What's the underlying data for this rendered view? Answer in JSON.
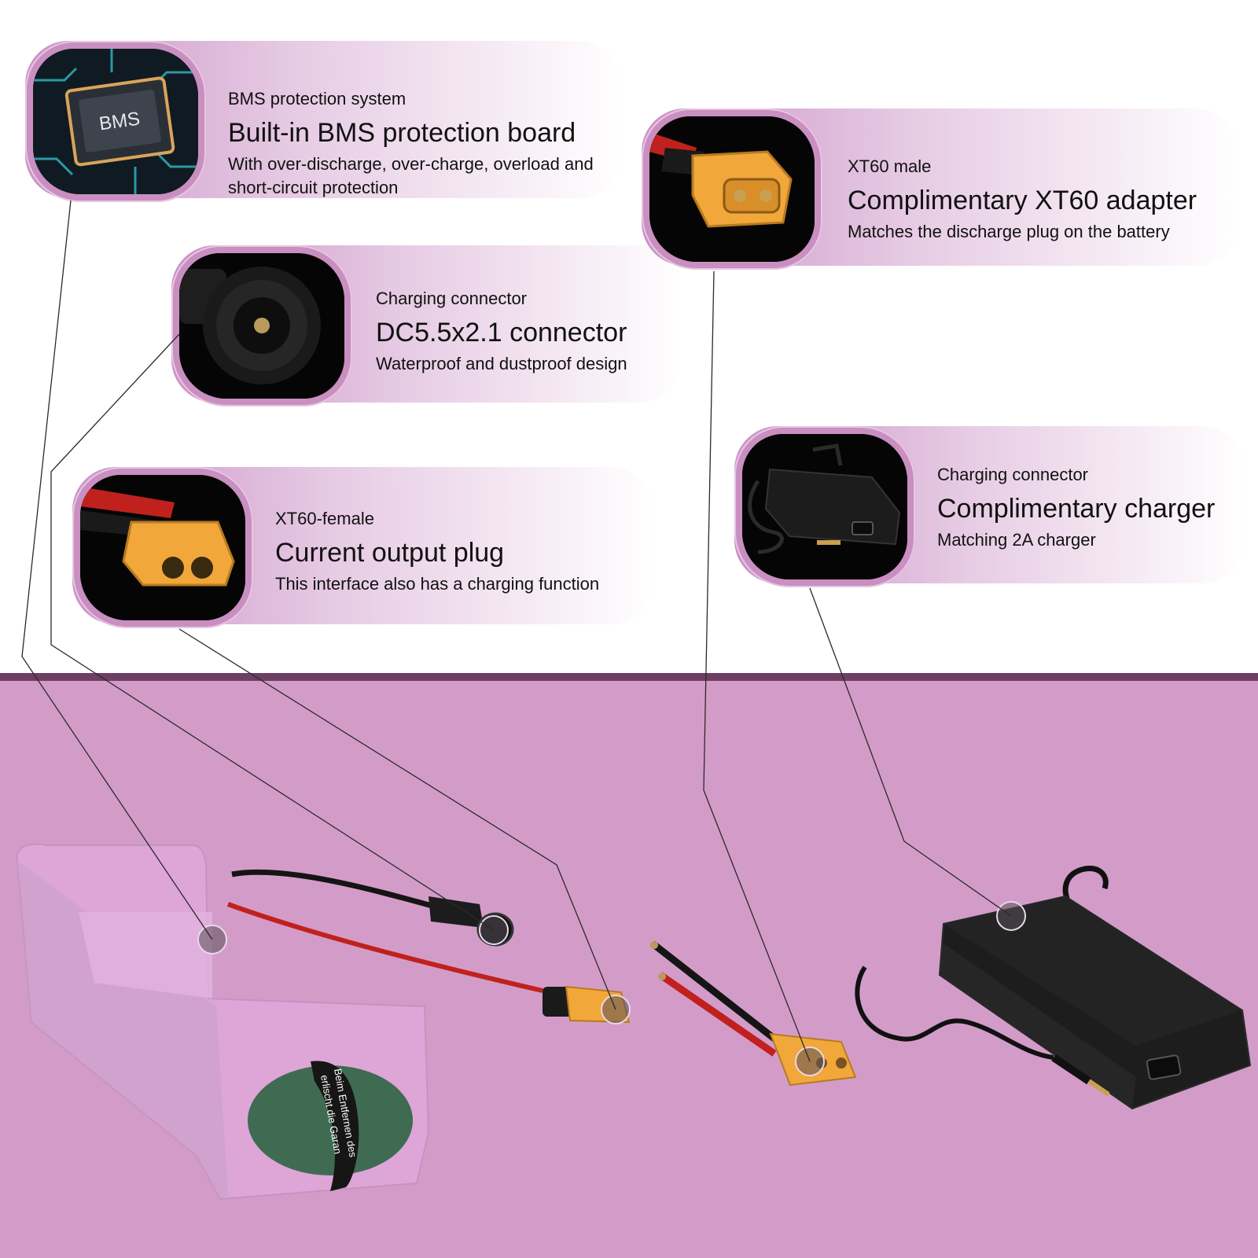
{
  "callouts": [
    {
      "id": "bms",
      "label": "BMS protection system",
      "title": "Built-in BMS protection board",
      "description": "With over-discharge, over-charge, overload and short-circuit protection",
      "thumb_text": "BMS"
    },
    {
      "id": "dc",
      "label": "Charging connector",
      "title": "DC5.5x2.1 connector",
      "description": "Waterproof and dustproof design"
    },
    {
      "id": "xt60f",
      "label": "XT60-female",
      "title": "Current output plug",
      "description": "This interface also has a charging function"
    },
    {
      "id": "xt60m",
      "label": "XT60 male",
      "title": "Complimentary XT60 adapter",
      "description": "Matches the discharge plug on the battery"
    },
    {
      "id": "charger",
      "label": "Charging connector",
      "title": "Complimentary charger",
      "description": "Matching 2A charger"
    }
  ],
  "battery_label": {
    "line1": "Beim Entfernen des",
    "line2": "erlischt die Garan"
  },
  "colors": {
    "accent_purple": "#d39cc8",
    "divider": "#6d3f64",
    "connector_yellow": "#f2a73a",
    "wire_red": "#c0211d"
  },
  "icons": [
    "bms-chip-icon",
    "dc-connector-icon",
    "xt60-female-icon",
    "xt60-male-icon",
    "charger-icon"
  ]
}
